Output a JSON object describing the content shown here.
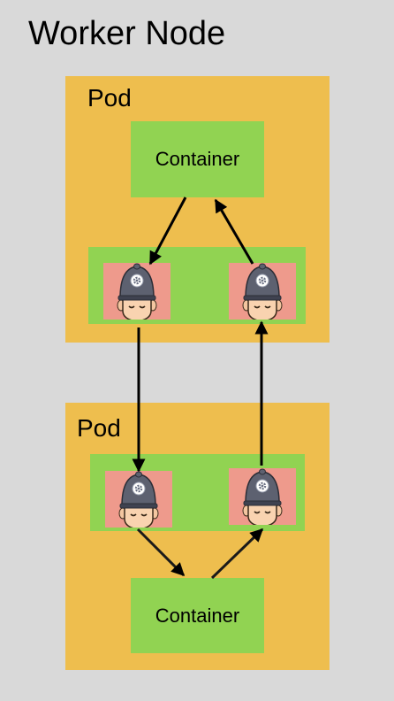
{
  "node": {
    "title": "Worker Node"
  },
  "pods": [
    {
      "label": "Pod",
      "container_label": "Container",
      "proxies": [
        "policeman-icon",
        "policeman-icon"
      ]
    },
    {
      "label": "Pod",
      "container_label": "Container",
      "proxies": [
        "policeman-icon",
        "policeman-icon"
      ]
    }
  ],
  "colors": {
    "background": "#d9d9d9",
    "pod": "#eebe4e",
    "container": "#91d352",
    "proxy": "#ee9a8c"
  }
}
